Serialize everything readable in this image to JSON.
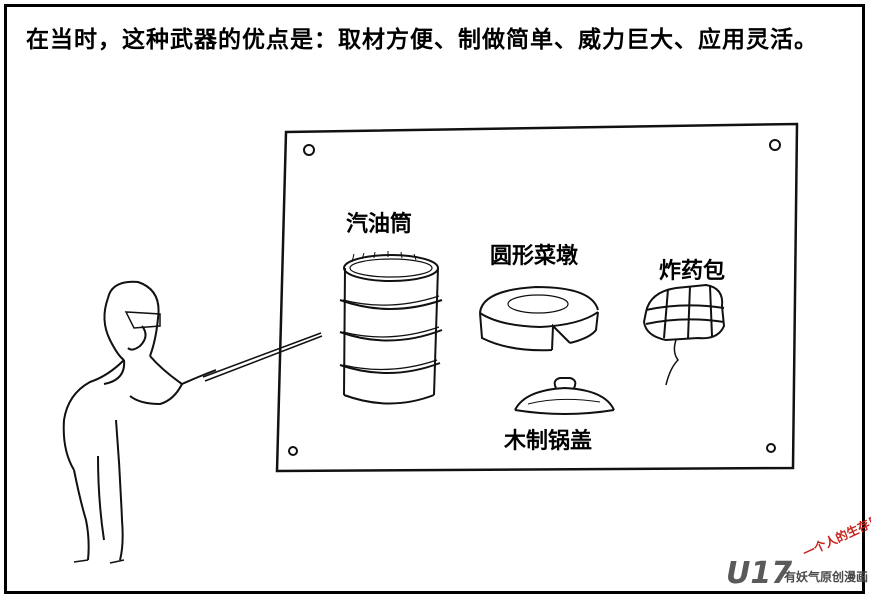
{
  "caption": "在当时，这种武器的优点是：取材方便、制做简单、威力巨大、应用灵活。",
  "board_labels": {
    "gas_can": "汽油筒",
    "chopping_block": "圆形菜墩",
    "explosive_pack": "炸药包",
    "wooden_lid": "木制锅盖"
  },
  "watermark": {
    "logo": "U17",
    "tagline": "有妖气原创漫画",
    "red_text": "一个人的生存日记"
  }
}
